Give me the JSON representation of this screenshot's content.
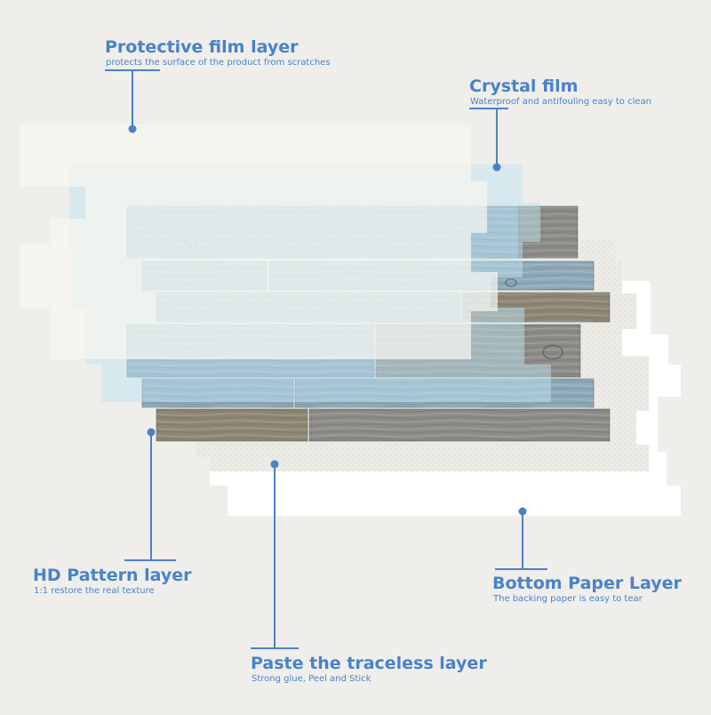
{
  "colors": {
    "background": "#efeeea",
    "accent": "#4a82c9",
    "film_layer": "#f7f6f1",
    "crystal_film": "#bfe3f2",
    "paste_layer": "#ecebe6",
    "paper_layer": "#ffffff",
    "wood_blue": "#8ea9b8",
    "wood_gray": "#8c8b86",
    "wood_brown": "#8f8672"
  },
  "labels": {
    "protective_film": {
      "title": "Protective film layer",
      "subtitle": "protects the surface of the product from scratches"
    },
    "crystal_film": {
      "title": "Crystal film",
      "subtitle": "Waterproof and antifouling easy to clean"
    },
    "hd_pattern": {
      "title": "HD Pattern layer",
      "subtitle": "1:1 restore the real texture"
    },
    "bottom_paper": {
      "title": "Bottom Paper Layer",
      "subtitle": "The backing paper is easy to tear"
    },
    "paste_traceless": {
      "title": "Paste the traceless layer",
      "subtitle": "Strong glue, Peel and Stick"
    }
  }
}
